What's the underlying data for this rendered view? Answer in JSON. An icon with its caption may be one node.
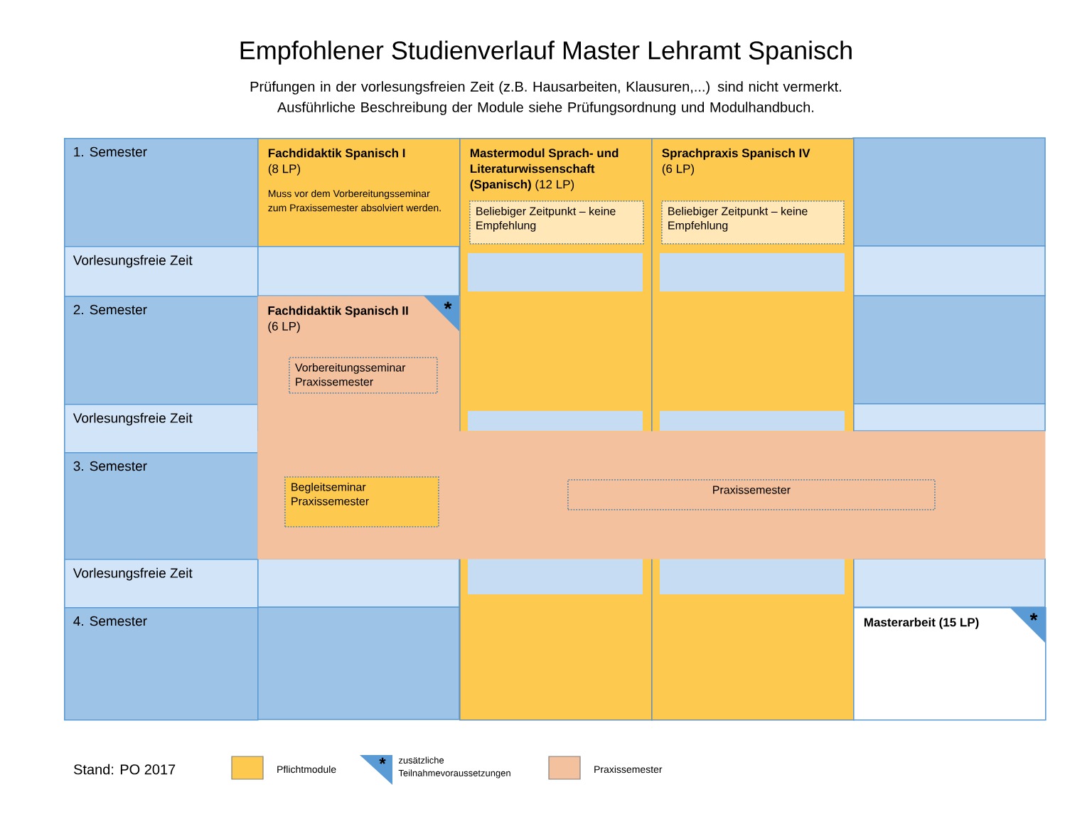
{
  "diagram": {
    "title": "Empfohlener Studienverlauf Master Lehramt Spanisch",
    "nodes": [
      {
        "text": [
          "1. Semester"
        ]
      },
      {
        "text": [
          "Vorlesungsfreie Zeit"
        ]
      },
      {
        "text": [
          "2. Semester"
        ]
      },
      {
        "text": [
          "Vorlesungsfreie Zeit"
        ]
      },
      {
        "text": [
          "3. Semester"
        ]
      },
      {
        "text": [
          "Vorlesungsfreie Zeit"
        ]
      },
      {
        "text": [
          "4. Semester"
        ]
      },
      {
        "text": [
          "Fachdidaktik Spanisch I",
          "(8 LP)",
          "Muss vor dem Vorbereitungsseminar zum Praxissemester absolviert werden."
        ]
      },
      {
        "text": [
          "**Mastermodul Sprach- und Literaturwissenschaft (Spanisch)** (12 LP)"
        ]
      },
      {
        "text": [
          "Beliebiger Zeitpunkt – keine Empfehlung"
        ],
        "in": 8
      },
      {
        "text": [
          "Sprachpraxis Spanisch IV",
          "(6 LP)"
        ]
      },
      {
        "text": [
          "Beliebiger Zeitpunkt – keine Empfehlung"
        ],
        "in": 10
      },
      {
        "text": [
          "Fachdidaktik Spanisch II",
          "(6 LP)"
        ]
      },
      {
        "text": [
          "Vorbereitungsseminar Praxissemester"
        ],
        "in": 12
      },
      {
        "text": [],
        "shape": "bar"
      },
      {
        "text": [
          "Begleitseminar Praxissemester"
        ]
      },
      {
        "text": [
          "Praxissemester"
        ],
        "in": 14
      },
      {
        "text": [
          "Masterarbeit (15 LP)"
        ]
      }
    ],
    "labels": [
      "Prüfungen in der vorlesungsfreien Zeit (z.B. Hausarbeiten, Klausuren,...) sind nicht vermerkt. Ausführliche Beschreibung der Module siehe Prüfungsordnung und Modulhandbuch.",
      "*",
      "*",
      "Stand: PO 2017",
      "*"
    ],
    "legend": [
      {
        "text": "Pflichtmodule",
        "color": "#fec94f"
      },
      {
        "text": "zusätzliche Teilnahmevoraussetzungen"
      },
      {
        "text": "Praxissemester",
        "color": "#f3c19d"
      }
    ]
  }
}
